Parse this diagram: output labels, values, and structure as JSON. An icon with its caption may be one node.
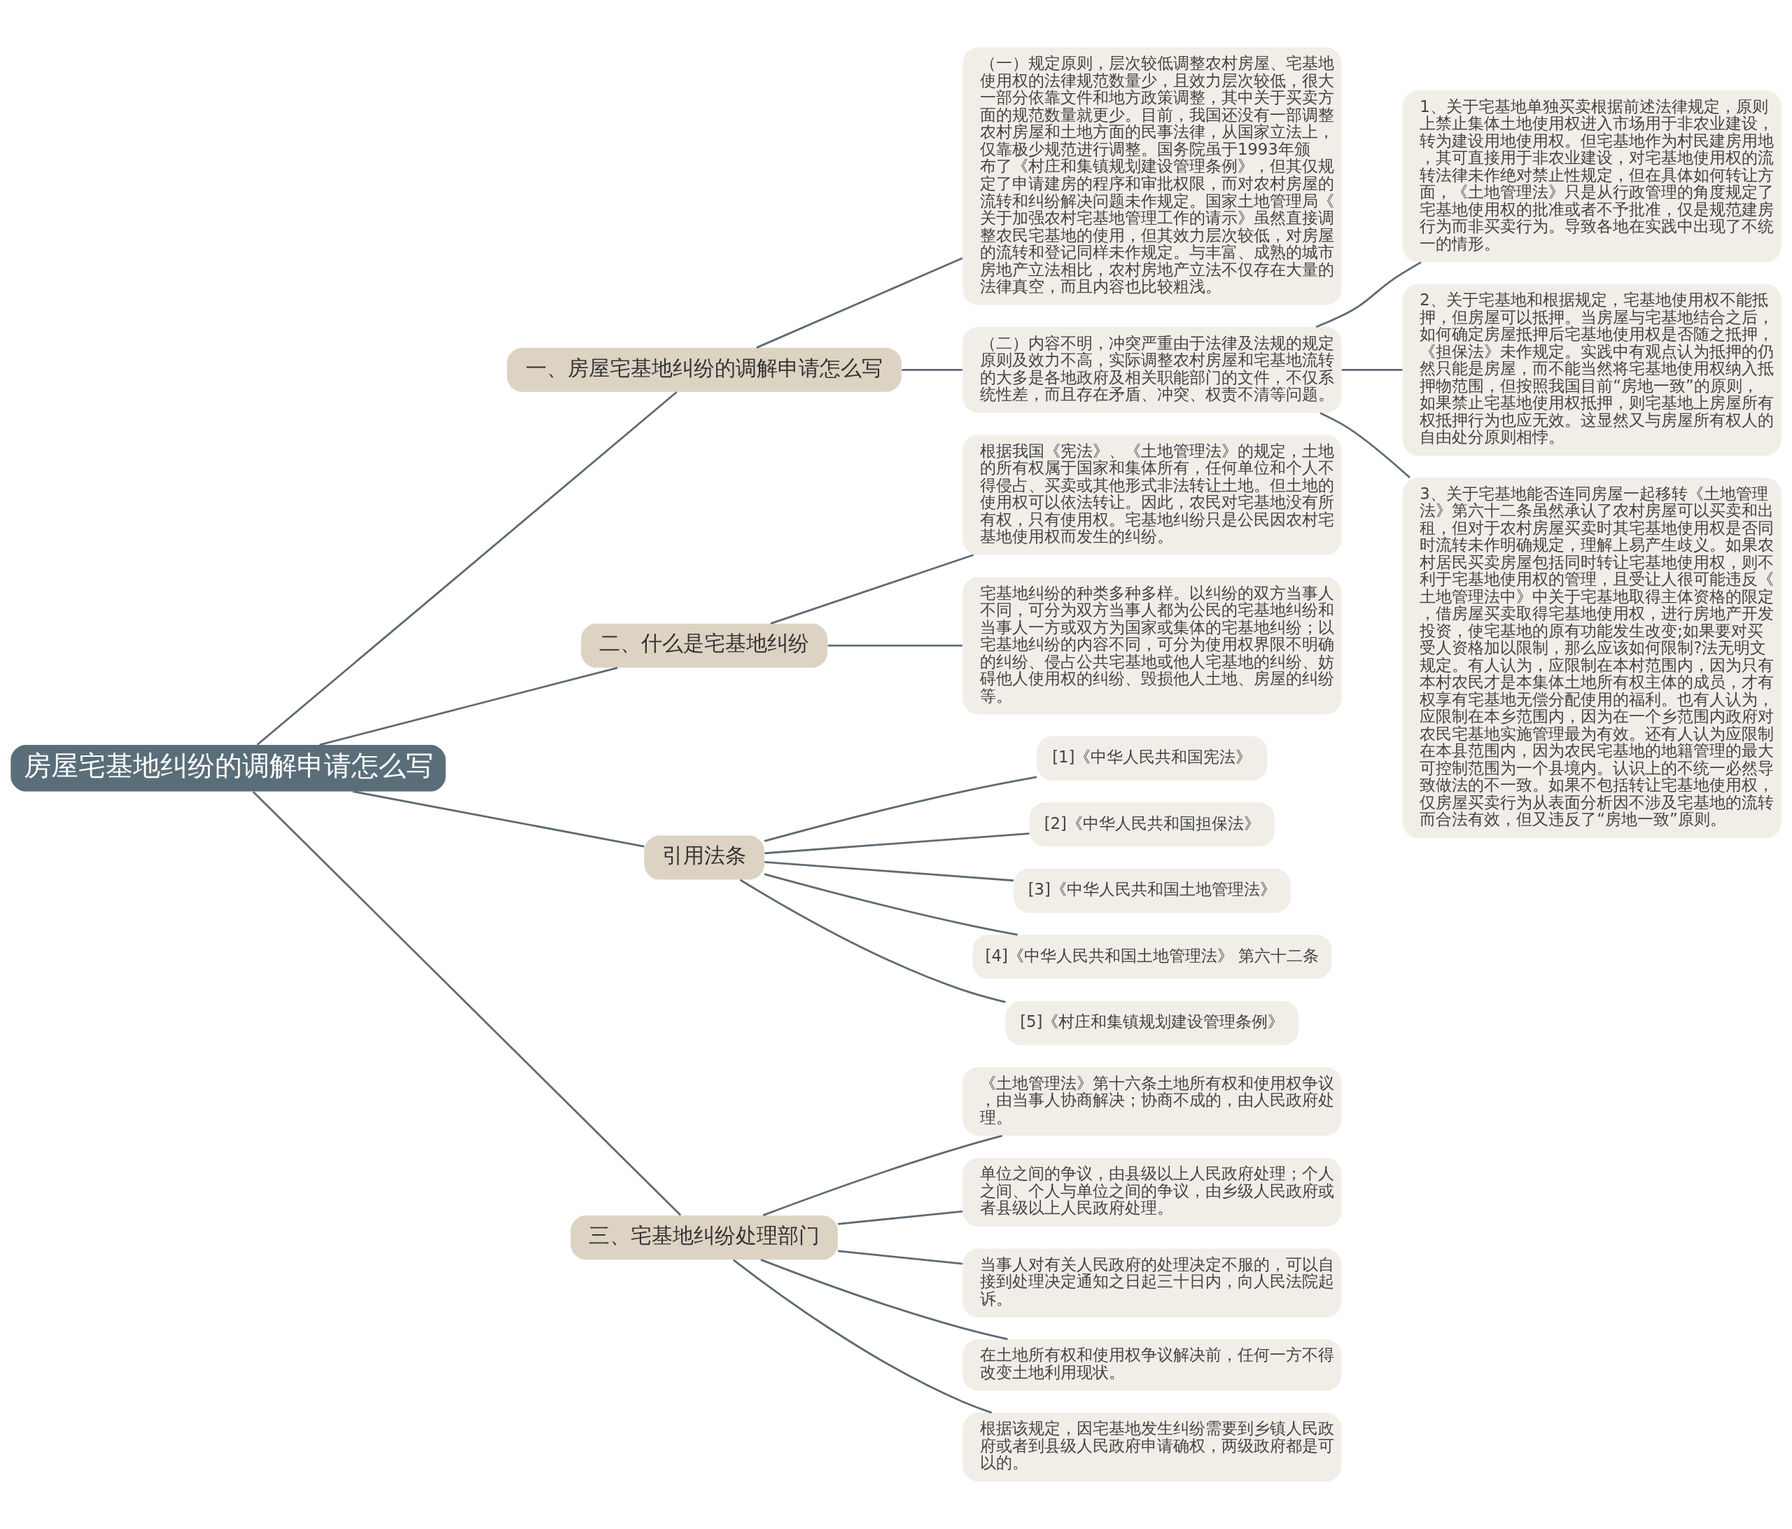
{
  "diagram": {
    "nodes": [
      {
        "text": [
          "房屋宅基地纠纷的调解申请怎么写"
        ]
      },
      {
        "text": [
          "一、房屋宅基地纠纷的调解申请怎么写"
        ]
      },
      {
        "text": [
          "（一）规定原则，层次较低调整农村房屋、宅基地使用权的法律规范数量少，且效力层次较低，很大一部分依靠文件和地方政策调整，其中关于买卖方面的规范数量就更少。目前，我国还没有一部调整农村房屋和土地方面的民事法律，从国家立法上，仅靠极少规范进行调整。国务院虽于1993年颁布了《村庄和集镇规划建设管理条例》，但其仅规定了申请建房的程序和审批权限，而对农村房屋的流转和纠纷解决问题未作规定。国家土地管理局《关于加强农村宅基地管理工作的请示》虽然直接调整农民宅基地的使用，但其效力层次较低，对房屋的流转和登记同样未作规定。与丰富、成熟的城市房地产立法相比，农村房地产立法不仅存在大量的法律真空，而且内容也比较粗浅。"
        ]
      },
      {
        "text": [
          "（二）内容不明，冲突严重由于法律及法规的规定原则及效力不高，实际调整农村房屋和宅基地流转的大多是各地政府及相关职能部门的文件，不仅系统性差，而且存在矛盾、冲突、权责不清等问题。"
        ]
      },
      {
        "text": [
          "1、关于宅基地单独买卖根据前述法律规定，原则上禁止集体土地使用权进入市场用于非农业建设，转为建设用地使用权。但宅基地作为村民建房用地，其可直接用于非农业建设，对宅基地使用权的流转法律未作绝对禁止性规定，但在具体如何转让方面，《土地管理法》只是从行政管理的角度规定了宅基地使用权的批准或者不予批准，仅是规范建房行为而非买卖行为。导致各地在实践中出现了不统一的情形。"
        ]
      },
      {
        "text": [
          "2、关于宅基地和根据规定，宅基地使用权不能抵押，但房屋可以抵押。当房屋与宅基地结合之后，如何确定房屋抵押后宅基地使用权是否随之抵押，《担保法》未作规定。实践中有观点认为抵押的仍然只能是房屋，而不能当然将宅基地使用权纳入抵押物范围，但按照我国目前“房地一致”的原则，如果禁止宅基地使用权抵押，则宅基地上房屋所有权抵押行为也应无效。这显然又与房屋所有权人的自由处分原则相悖。"
        ]
      },
      {
        "text": [
          "3、关于宅基地能否连同房屋一起移转《土地管理法》第六十二条虽然承认了农村房屋可以买卖和出租，但对于农村房屋买卖时其宅基地使用权是否同时流转未作明确规定，理解上易产生歧义。如果农村居民买卖房屋包括同时转让宅基地使用权，则不利于宅基地使用权的管理，且受让人很可能违反《土地管理法中》中关于宅基地取得主体资格的限定，借房屋买卖取得宅基地使用权，进行房地产开发投资，使宅基地的原有功能发生改变;如果要对买受人资格加以限制，那么应该如何限制?法无明文规定。有人认为，应限制在本村范围内，因为只有本村农民才是本集体土地所有权主体的成员，才有权享有宅基地无偿分配使用的福利。也有人认为，应限制在本乡范围内，因为在一个乡范围内政府对农民宅基地实施管理最为有效。还有人认为应限制在本县范围内，因为农民宅基地的地籍管理的最大可控制范围为一个县境内。认识上的不统一必然导致做法的不一致。如果不包括转让宅基地使用权，仅房屋买卖行为从表面分析因不涉及宅基地的流转而合法有效，但又违反了“房地一致”原则。"
        ]
      },
      {
        "text": [
          "二、什么是宅基地纠纷"
        ]
      },
      {
        "text": [
          "根据我国《宪法》、《土地管理法》的规定，土地的所有权属于国家和集体所有，任何单位和个人不得侵占、买卖或其他形式非法转让土地。但土地的使用权可以依法转让。因此，农民对宅基地没有所有权，只有使用权。宅基地纠纷只是公民因农村宅基地使用权而发生的纠纷。"
        ]
      },
      {
        "text": [
          "宅基地纠纷的种类多种多样。以纠纷的双方当事人不同，可分为双方当事人都为公民的宅基地纠纷和当事人一方或双方为国家或集体的宅基地纠纷；以宅基地纠纷的内容不同，可分为使用权界限不明确的纠纷、侵占公共宅基地或他人宅基地的纠纷、妨碍他人使用权的纠纷、毁损他人土地、房屋的纠纷等。"
        ]
      },
      {
        "text": [
          "引用法条"
        ]
      },
      {
        "text": [
          "[1]《中华人民共和国宪法》"
        ]
      },
      {
        "text": [
          "[2]《中华人民共和国担保法》"
        ]
      },
      {
        "text": [
          "[3]《中华人民共和国土地管理法》"
        ]
      },
      {
        "text": [
          "[4]《中华人民共和国土地管理法》 第六十二条"
        ]
      },
      {
        "text": [
          "[5]《村庄和集镇规划建设管理条例》"
        ]
      },
      {
        "text": [
          "三、宅基地纠纷处理部门"
        ]
      },
      {
        "text": [
          "《土地管理法》第十六条土地所有权和使用权争议，由当事人协商解决；协商不成的，由人民政府处理。"
        ]
      },
      {
        "text": [
          "单位之间的争议，由县级以上人民政府处理；个人之间、个人与单位之间的争议，由乡级人民政府或者县级以上人民政府处理。"
        ]
      },
      {
        "text": [
          "当事人对有关人民政府的处理决定不服的，可以自接到处理决定通知之日起三十日内，向人民法院起诉。"
        ]
      },
      {
        "text": [
          "在土地所有权和使用权争议解决前，任何一方不得改变土地利用现状。"
        ]
      },
      {
        "text": [
          "根据该规定，因宅基地发生纠纷需要到乡镇人民政府或者到县级人民政府申请确权，两级政府都是可以的。"
        ]
      }
    ],
    "edges": [
      {
        "from": 0,
        "to": 1,
        "arrow": "none"
      },
      {
        "from": 1,
        "to": 2,
        "arrow": "none"
      },
      {
        "from": 1,
        "to": 3,
        "arrow": "none"
      },
      {
        "from": 3,
        "to": 4,
        "arrow": "none"
      },
      {
        "from": 3,
        "to": 5,
        "arrow": "none"
      },
      {
        "from": 3,
        "to": 6,
        "arrow": "none"
      },
      {
        "from": 0,
        "to": 7,
        "arrow": "none"
      },
      {
        "from": 7,
        "to": 8,
        "arrow": "none"
      },
      {
        "from": 7,
        "to": 9,
        "arrow": "none"
      },
      {
        "from": 0,
        "to": 10,
        "arrow": "none"
      },
      {
        "from": 10,
        "to": 11,
        "arrow": "none"
      },
      {
        "from": 10,
        "to": 12,
        "arrow": "none"
      },
      {
        "from": 10,
        "to": 13,
        "arrow": "none"
      },
      {
        "from": 10,
        "to": 14,
        "arrow": "none"
      },
      {
        "from": 10,
        "to": 15,
        "arrow": "none"
      },
      {
        "from": 0,
        "to": 16,
        "arrow": "none"
      },
      {
        "from": 16,
        "to": 17,
        "arrow": "none"
      },
      {
        "from": 16,
        "to": 18,
        "arrow": "none"
      },
      {
        "from": 16,
        "to": 19,
        "arrow": "none"
      },
      {
        "from": 16,
        "to": 20,
        "arrow": "none"
      },
      {
        "from": 16,
        "to": 21,
        "arrow": "none"
      }
    ]
  }
}
